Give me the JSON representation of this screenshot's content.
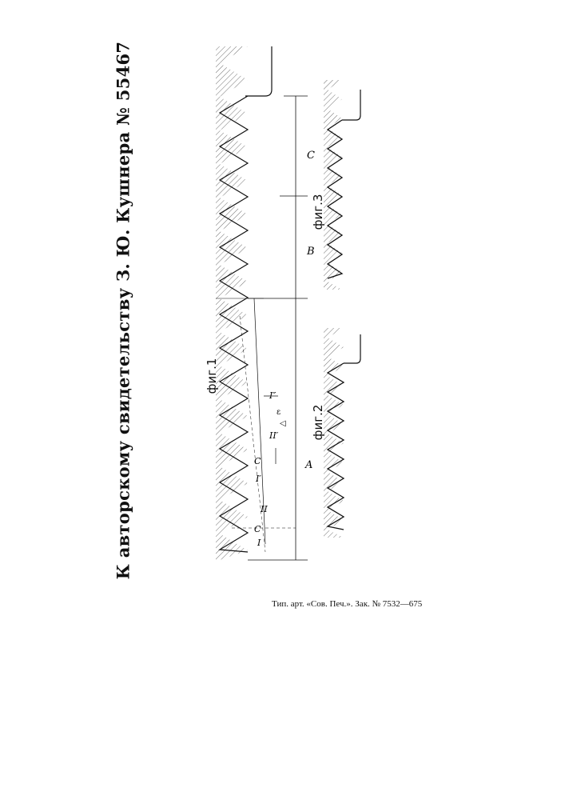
{
  "page_title": "К авторскому свидетельству З. Ю. Кушнера № 55467",
  "figures": {
    "fig1": "фиг.1",
    "fig2": "фиг.2",
    "fig3": "фиг.3"
  },
  "footer": "Тип. арт. «Сов. Печ.». Зак. № 7532—675"
}
